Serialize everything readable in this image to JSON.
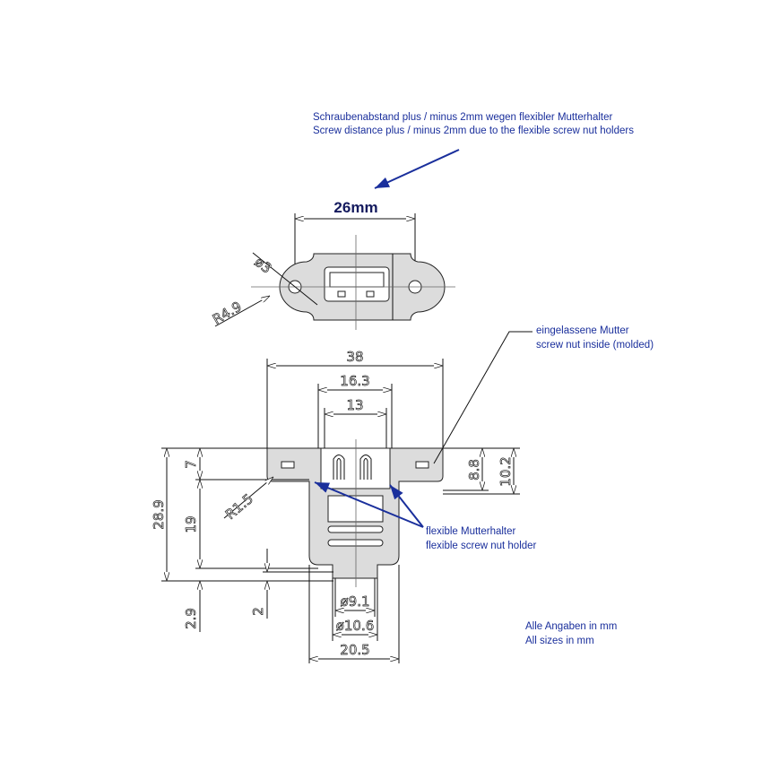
{
  "note_top": {
    "line1": "Schraubenabstand plus / minus 2mm wegen flexibler Mutterhalter",
    "line2": "Screw distance plus / minus 2mm due to the flexible screw nut holders"
  },
  "top_view": {
    "spacing": "26mm",
    "hole": "ø3",
    "radius": "R4.9"
  },
  "front_view": {
    "width": "38",
    "outer_socket": "16.3",
    "inner_socket": "13",
    "flange_height": "7",
    "body_height": "19",
    "total_height": "28.9",
    "tab_height": "2.9",
    "tab_step": "2",
    "right_a": "8.8",
    "right_b": "10.2",
    "radius": "R1.5",
    "dia_inner": "ø9.1",
    "dia_outer": "ø10.6",
    "bottom_width": "20.5"
  },
  "note_nut": {
    "line1": "eingelassene Mutter",
    "line2": "screw nut inside (molded)"
  },
  "note_holder": {
    "line1": "flexible Mutterhalter",
    "line2": "flexible screw nut holder"
  },
  "note_units": {
    "line1": "Alle Angaben in mm",
    "line2": "All sizes in mm"
  },
  "colors": {
    "annotation": "#1a2f9c",
    "part": "#dcdcdc"
  }
}
